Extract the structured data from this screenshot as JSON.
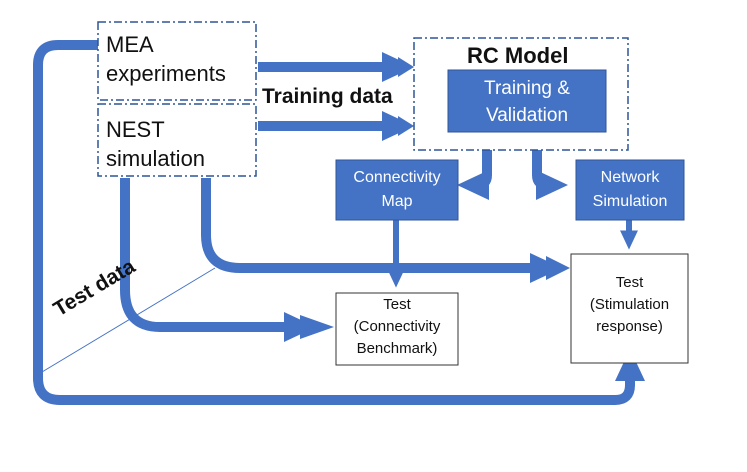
{
  "sources": {
    "mea_line1": "MEA",
    "mea_line2": "experiments",
    "nest_line1": "NEST",
    "nest_line2": "simulation"
  },
  "labels": {
    "training_data": "Training data",
    "test_data": "Test data"
  },
  "rc_model": {
    "title": "RC Model",
    "inner_line1": "Training &",
    "inner_line2": "Validation"
  },
  "connectivity_map": {
    "line1": "Connectivity",
    "line2": "Map"
  },
  "network_simulation": {
    "line1": "Network",
    "line2": "Simulation"
  },
  "test_connectivity": {
    "line1": "Test",
    "line2": "(Connectivity",
    "line3": "Benchmark)"
  },
  "test_stimulation": {
    "line1": "Test",
    "line2": "(Stimulation",
    "line3": "response)"
  },
  "colors": {
    "accent_blue": "#4472c4",
    "dashed_border": "#2f5597",
    "box_border": "#333333",
    "white_text": "#ffffff"
  }
}
